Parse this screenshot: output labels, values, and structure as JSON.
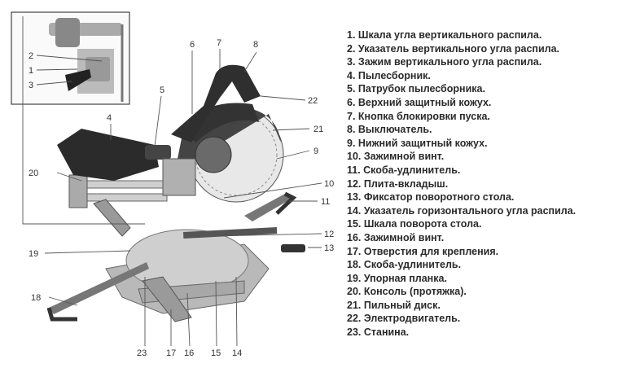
{
  "legend": {
    "items": [
      "1. Шкала угла вертикального распила.",
      "2. Указатель вертикального угла распила.",
      "3. Зажим вертикального угла распила.",
      "4. Пылесборник.",
      "5. Патрубок пылесборника.",
      "6. Верхний защитный кожух.",
      "7. Кнопка блокировки пуска.",
      "8. Выключатель.",
      "9. Нижний защитный кожух.",
      "10. Зажимной винт.",
      "11. Скоба-удлинитель.",
      "12. Плита-вкладыш.",
      "13. Фиксатор поворотного стола.",
      "14. Указатель горизонтального угла распила.",
      "15. Шкала поворота стола.",
      "16. Зажимной винт.",
      "17. Отверстия для крепления.",
      "18. Скоба-удлинитель.",
      "19. Упорная планка.",
      "20. Консоль (протяжка).",
      "21. Пильный диск.",
      "22. Электродвигатель.",
      "23. Станина."
    ]
  },
  "callouts": {
    "c1": "1",
    "c2": "2",
    "c3": "3",
    "c4": "4",
    "c5": "5",
    "c6": "6",
    "c7": "7",
    "c8": "8",
    "c9": "9",
    "c10": "10",
    "c11": "11",
    "c12": "12",
    "c13": "13",
    "c14": "14",
    "c15": "15",
    "c16": "16",
    "c17": "17",
    "c18": "18",
    "c19": "19",
    "c20": "20",
    "c21": "21",
    "c22": "22",
    "c23": "23"
  }
}
